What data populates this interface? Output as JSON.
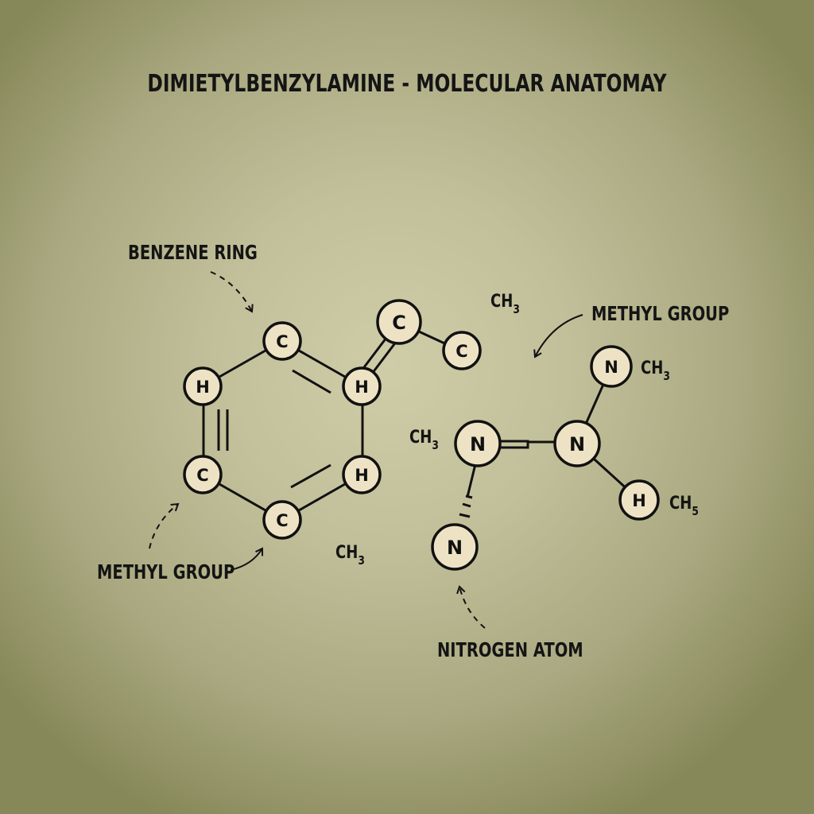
{
  "title": "DIMIETYLBENZYLAMINE - MOLECULAR ANATOMAY",
  "colors": {
    "background_center": "#cfcda8",
    "background_edge": "#878859",
    "atom_fill": "#ede3c4",
    "ink": "#111111"
  },
  "labels": {
    "benzene_ring": "BENZENE RING",
    "methyl_group_right": "METHYL GROUP",
    "methyl_group_left": "METHYL GROUP",
    "nitrogen_atom": "NITROGEN ATOM"
  },
  "groups": {
    "ch3_top": {
      "main": "CH",
      "sub": "3"
    },
    "ch3_n_top": {
      "main": "CH",
      "sub": "3"
    },
    "ch3_left_of_n": {
      "main": "CH",
      "sub": "3"
    },
    "ch5_right": {
      "main": "CH",
      "sub": "5"
    },
    "ch3_bottom": {
      "main": "CH",
      "sub": "3"
    }
  },
  "atoms": [
    {
      "id": "ring-c-top",
      "symbol": "C"
    },
    {
      "id": "ring-h-upper-left",
      "symbol": "H"
    },
    {
      "id": "ring-h-upper-right",
      "symbol": "H"
    },
    {
      "id": "ring-c-lower-left",
      "symbol": "C"
    },
    {
      "id": "ring-h-lower-right",
      "symbol": "H"
    },
    {
      "id": "ring-c-bottom",
      "symbol": "C"
    },
    {
      "id": "chain-c-upper",
      "symbol": "C"
    },
    {
      "id": "chain-c-right",
      "symbol": "C"
    },
    {
      "id": "n-top-right",
      "symbol": "N"
    },
    {
      "id": "n-left",
      "symbol": "N"
    },
    {
      "id": "n-center",
      "symbol": "N"
    },
    {
      "id": "n-bottom",
      "symbol": "N"
    },
    {
      "id": "h-right",
      "symbol": "H"
    }
  ]
}
